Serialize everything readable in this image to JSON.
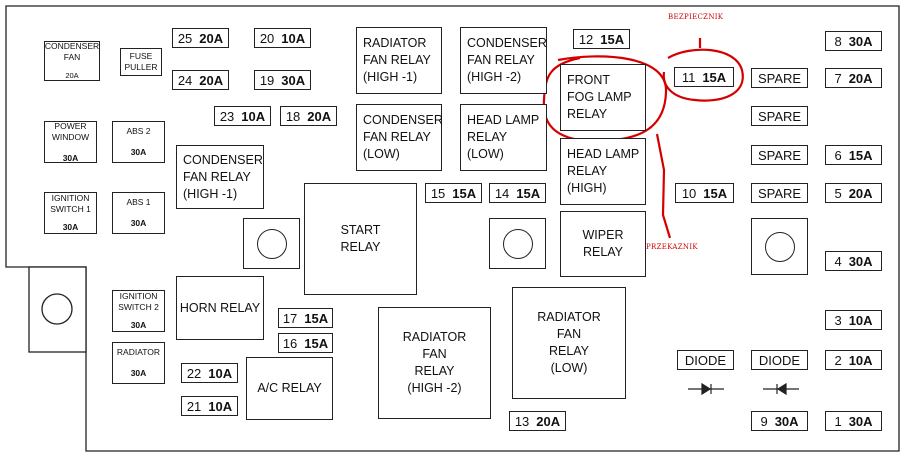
{
  "fuses": [
    {
      "id": "fuse-25",
      "num": "25",
      "amp": "20A"
    },
    {
      "id": "fuse-20",
      "num": "20",
      "amp": "10A"
    },
    {
      "id": "fuse-24",
      "num": "24",
      "amp": "20A"
    },
    {
      "id": "fuse-19",
      "num": "19",
      "amp": "30A"
    },
    {
      "id": "fuse-23",
      "num": "23",
      "amp": "10A"
    },
    {
      "id": "fuse-18",
      "num": "18",
      "amp": "20A"
    },
    {
      "id": "fuse-12",
      "num": "12",
      "amp": "15A"
    },
    {
      "id": "fuse-11",
      "num": "11",
      "amp": "15A"
    },
    {
      "id": "fuse-15",
      "num": "15",
      "amp": "15A"
    },
    {
      "id": "fuse-14",
      "num": "14",
      "amp": "15A"
    },
    {
      "id": "fuse-10",
      "num": "10",
      "amp": "15A"
    },
    {
      "id": "fuse-8",
      "num": "8",
      "amp": "30A"
    },
    {
      "id": "fuse-7",
      "num": "7",
      "amp": "20A"
    },
    {
      "id": "fuse-6",
      "num": "6",
      "amp": "15A"
    },
    {
      "id": "fuse-5",
      "num": "5",
      "amp": "20A"
    },
    {
      "id": "fuse-4",
      "num": "4",
      "amp": "30A"
    },
    {
      "id": "fuse-3",
      "num": "3",
      "amp": "10A"
    },
    {
      "id": "fuse-2",
      "num": "2",
      "amp": "10A"
    },
    {
      "id": "fuse-1",
      "num": "1",
      "amp": "30A"
    },
    {
      "id": "fuse-9",
      "num": "9",
      "amp": "30A"
    },
    {
      "id": "fuse-17",
      "num": "17",
      "amp": "15A"
    },
    {
      "id": "fuse-16",
      "num": "16",
      "amp": "15A"
    },
    {
      "id": "fuse-22",
      "num": "22",
      "amp": "10A"
    },
    {
      "id": "fuse-21",
      "num": "21",
      "amp": "10A"
    },
    {
      "id": "fuse-13",
      "num": "13",
      "amp": "20A"
    }
  ],
  "relays": {
    "radiator_fan_high1": "RADIATOR\nFAN RELAY\n(HIGH -1)",
    "condenser_fan_high2": "CONDENSER\nFAN RELAY\n(HIGH -2)",
    "front_fog_lamp": "FRONT\nFOG LAMP\nRELAY",
    "condenser_fan_low": "CONDENSER\nFAN RELAY\n(LOW)",
    "head_lamp_low": "HEAD LAMP\nRELAY\n(LOW)",
    "head_lamp_high": "HEAD LAMP\nRELAY\n(HIGH)",
    "condenser_fan_high1": "CONDENSER\nFAN RELAY\n(HIGH -1)",
    "start": "START\nRELAY",
    "wiper": "WIPER\nRELAY",
    "horn": "HORN RELAY",
    "ac": "A/C RELAY",
    "radiator_fan_high2": "RADIATOR\nFAN\nRELAY\n(HIGH -2)",
    "radiator_fan_low": "RADIATOR\nFAN\nRELAY\n(LOW)"
  },
  "small_fuses": {
    "condenser_fan_label": "CONDENSER\nFAN",
    "condenser_fan_amp": "20A",
    "fuse_puller": "FUSE\nPULLER",
    "power_window_label": "POWER\nWINDOW",
    "power_window_amp": "30A",
    "abs2_label": "ABS 2",
    "abs2_amp": "30A",
    "ignition1_label": "IGNITION\nSWITCH 1",
    "ignition1_amp": "30A",
    "abs1_label": "ABS 1",
    "abs1_amp": "30A",
    "ignition2_label": "IGNITION\nSWITCH 2",
    "ignition2_amp": "30A",
    "radiator_label": "RADIATOR",
    "radiator_amp": "30A"
  },
  "spares": [
    "SPARE",
    "SPARE",
    "SPARE",
    "SPARE"
  ],
  "diodes": [
    "DIODE",
    "DIODE"
  ],
  "annotations": {
    "fuse_note": "BEZPIECZNIK",
    "relay_note": "PRZEKAZNIK"
  },
  "colors": {
    "annotation": "#d40000",
    "line": "#222222"
  }
}
